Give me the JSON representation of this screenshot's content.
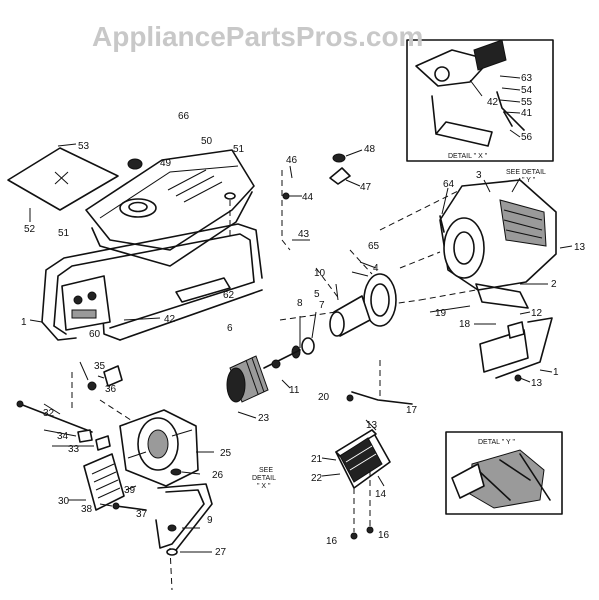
{
  "watermark": "AppliancePartsPros.com",
  "detail_labels": {
    "x_top": "DETAIL \" X \"",
    "y_box": "DETAL \" Y \"",
    "see_x_1": "SEE",
    "see_x_2": "DETAIL",
    "see_x_3": "\" X \"",
    "see_y_1": "SEE DETAIL",
    "see_y_2": "\" Y \""
  },
  "parts": [
    {
      "id": "p53",
      "label": "53"
    },
    {
      "id": "p52",
      "label": "52"
    },
    {
      "id": "p66",
      "label": "66"
    },
    {
      "id": "p49",
      "label": "49"
    },
    {
      "id": "p50",
      "label": "50"
    },
    {
      "id": "p51a",
      "label": "51"
    },
    {
      "id": "p51b",
      "label": "51"
    },
    {
      "id": "p46",
      "label": "46"
    },
    {
      "id": "p44",
      "label": "44"
    },
    {
      "id": "p48",
      "label": "48"
    },
    {
      "id": "p47",
      "label": "47"
    },
    {
      "id": "p43",
      "label": "43"
    },
    {
      "id": "p62",
      "label": "62"
    },
    {
      "id": "p1a",
      "label": "1"
    },
    {
      "id": "p60",
      "label": "60"
    },
    {
      "id": "p42",
      "label": "42"
    },
    {
      "id": "p10",
      "label": "10"
    },
    {
      "id": "p65",
      "label": "65"
    },
    {
      "id": "p4",
      "label": "4"
    },
    {
      "id": "p5",
      "label": "5"
    },
    {
      "id": "p8",
      "label": "8"
    },
    {
      "id": "p7",
      "label": "7"
    },
    {
      "id": "p6",
      "label": "6"
    },
    {
      "id": "p11",
      "label": "11"
    },
    {
      "id": "p35",
      "label": "35"
    },
    {
      "id": "p36",
      "label": "36"
    },
    {
      "id": "p32",
      "label": "32"
    },
    {
      "id": "p34",
      "label": "34"
    },
    {
      "id": "p33",
      "label": "33"
    },
    {
      "id": "p23",
      "label": "23"
    },
    {
      "id": "p25",
      "label": "25"
    },
    {
      "id": "p26",
      "label": "26"
    },
    {
      "id": "p39",
      "label": "39"
    },
    {
      "id": "p30",
      "label": "30"
    },
    {
      "id": "p38",
      "label": "38"
    },
    {
      "id": "p37",
      "label": "37"
    },
    {
      "id": "p9",
      "label": "9"
    },
    {
      "id": "p27",
      "label": "27"
    },
    {
      "id": "p20",
      "label": "20"
    },
    {
      "id": "p17",
      "label": "17"
    },
    {
      "id": "p13a",
      "label": "13"
    },
    {
      "id": "p21",
      "label": "21"
    },
    {
      "id": "p22",
      "label": "22"
    },
    {
      "id": "p14",
      "label": "14"
    },
    {
      "id": "p16a",
      "label": "16"
    },
    {
      "id": "p16b",
      "label": "16"
    },
    {
      "id": "p64",
      "label": "64"
    },
    {
      "id": "p3",
      "label": "3"
    },
    {
      "id": "p13b",
      "label": "13"
    },
    {
      "id": "p2",
      "label": "2"
    },
    {
      "id": "p19",
      "label": "19"
    },
    {
      "id": "p18",
      "label": "18"
    },
    {
      "id": "p12",
      "label": "12"
    },
    {
      "id": "p1b",
      "label": "1"
    },
    {
      "id": "p13c",
      "label": "13"
    },
    {
      "id": "p63",
      "label": "63"
    },
    {
      "id": "p54",
      "label": "54"
    },
    {
      "id": "p55",
      "label": "55"
    },
    {
      "id": "p41",
      "label": "41"
    },
    {
      "id": "p42b",
      "label": "42"
    },
    {
      "id": "p56",
      "label": "56"
    }
  ]
}
